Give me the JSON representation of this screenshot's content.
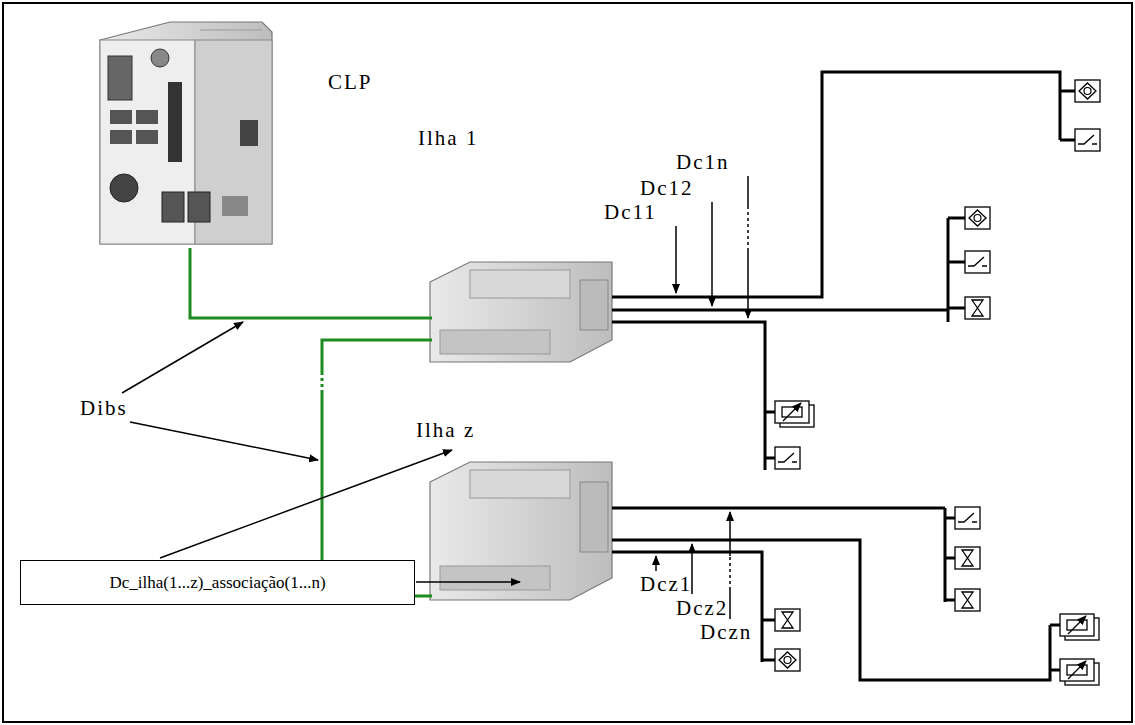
{
  "diagram": {
    "nodes": [
      {
        "text": [
          "Dc_ilha(1...z)_associação(1...n)"
        ]
      }
    ],
    "labels": [
      "CLP",
      "Ilha 1",
      "Dc1n",
      "Dc12",
      "Dc11",
      "Dibs",
      "Ilha z",
      "Dcz1",
      "Dcz2",
      "Dczn"
    ]
  }
}
